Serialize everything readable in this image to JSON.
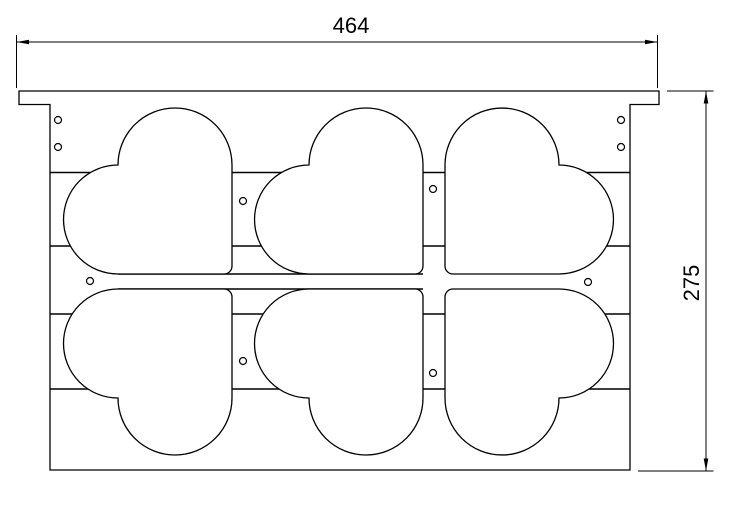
{
  "drawing": {
    "width_dimension": "464",
    "height_dimension": "275",
    "line_color": "#000000",
    "background_color": "#ffffff",
    "cavity_count": 6,
    "hole_count": 10
  }
}
